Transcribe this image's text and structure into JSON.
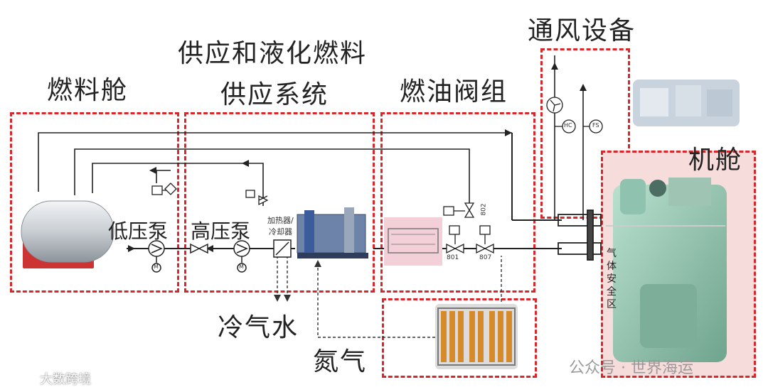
{
  "labels": {
    "fuel_tank": "燃料舱",
    "supply_line1": "供应和液化燃料",
    "supply_line2": "供应系统",
    "valve_group": "燃油阀组",
    "ventilation": "通风设备",
    "engine_room": "机舱",
    "low_pump": "低压泵",
    "high_pump": "高压泵",
    "heater_cooler_1": "加热器/",
    "heater_cooler_2": "冷却器",
    "cold_water": "冷气水",
    "nitrogen": "氮气",
    "gas_safe_zone": [
      "气",
      "体",
      "安",
      "全",
      "区"
    ],
    "hc": "HC",
    "fs": "FS",
    "valve_801": "801",
    "valve_802": "802",
    "valve_807": "807",
    "motor": "M"
  },
  "watermarks": {
    "wechat": "公众号 · 世界海运",
    "brand": "大数跨境"
  },
  "colors": {
    "zone_border": "#d9262b",
    "zone_fill": "#f7dcdc",
    "pipe": "#222222"
  }
}
